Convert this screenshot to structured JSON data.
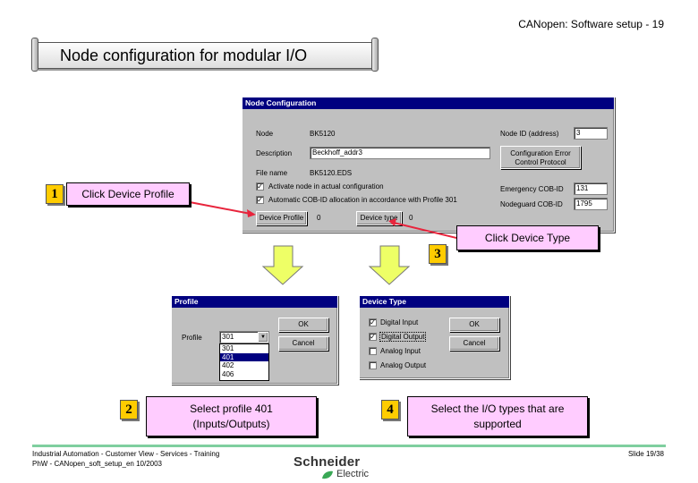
{
  "header": {
    "text": "CANopen: Software setup -  19"
  },
  "title": "Node configuration for modular I/O",
  "node_config": {
    "title": "Node Configuration",
    "node_label": "Node",
    "node_value": "BK5120",
    "description_label": "Description",
    "description_value": "Beckhoff_addr3",
    "file_name_label": "File name",
    "file_name_value": "BK5120.EDS",
    "activate_label": "Activate node in actual configuration",
    "auto_cob_label": "Automatic COB-ID allocation in accordance with Profile 301",
    "node_id_label": "Node ID (address)",
    "node_id_value": "3",
    "config_error_button": "Configuration Error Control Protocol",
    "emergency_label": "Emergency COB-ID",
    "emergency_value": "131",
    "nodeguard_label": "Nodeguard COB-ID",
    "nodeguard_value": "1795",
    "device_profile_button": "Device Profile",
    "device_profile_value": "0",
    "device_type_button": "Device type",
    "device_type_value": "0"
  },
  "profile_dialog": {
    "title": "Profile",
    "profile_label": "Profile",
    "selected": "301",
    "options": [
      "301",
      "401",
      "402",
      "406"
    ],
    "ok": "OK",
    "cancel": "Cancel"
  },
  "device_type_dialog": {
    "title": "Device Type",
    "options": [
      {
        "label": "Digital Input",
        "checked": true
      },
      {
        "label": "Digital Output",
        "checked": true
      },
      {
        "label": "Analog Input",
        "checked": false
      },
      {
        "label": "Analog Output",
        "checked": false
      }
    ],
    "ok": "OK",
    "cancel": "Cancel"
  },
  "callouts": {
    "step1": "1",
    "step1_text": "Click Device Profile",
    "step2": "2",
    "step2_text": "Select profile 401 (Inputs/Outputs)",
    "step3": "3",
    "step3_text": "Click Device Type",
    "step4": "4",
    "step4_text": "Select the I/O types that are supported"
  },
  "footer": {
    "line1": "Industrial Automation - Customer View - Services - Training",
    "line2": "PhW - CANopen_soft_setup_en 10/2003",
    "slide": "Slide 19/38",
    "logo_name": "Schneider",
    "logo_sub": "Electric"
  },
  "colors": {
    "callout_bg": "#ffccff",
    "step_badge": "#ffcc00",
    "arrow_fill": "#eeff66",
    "pointer": "#e8243c",
    "titlebar": "#000080",
    "footer_rule": "#7fcf9f"
  }
}
